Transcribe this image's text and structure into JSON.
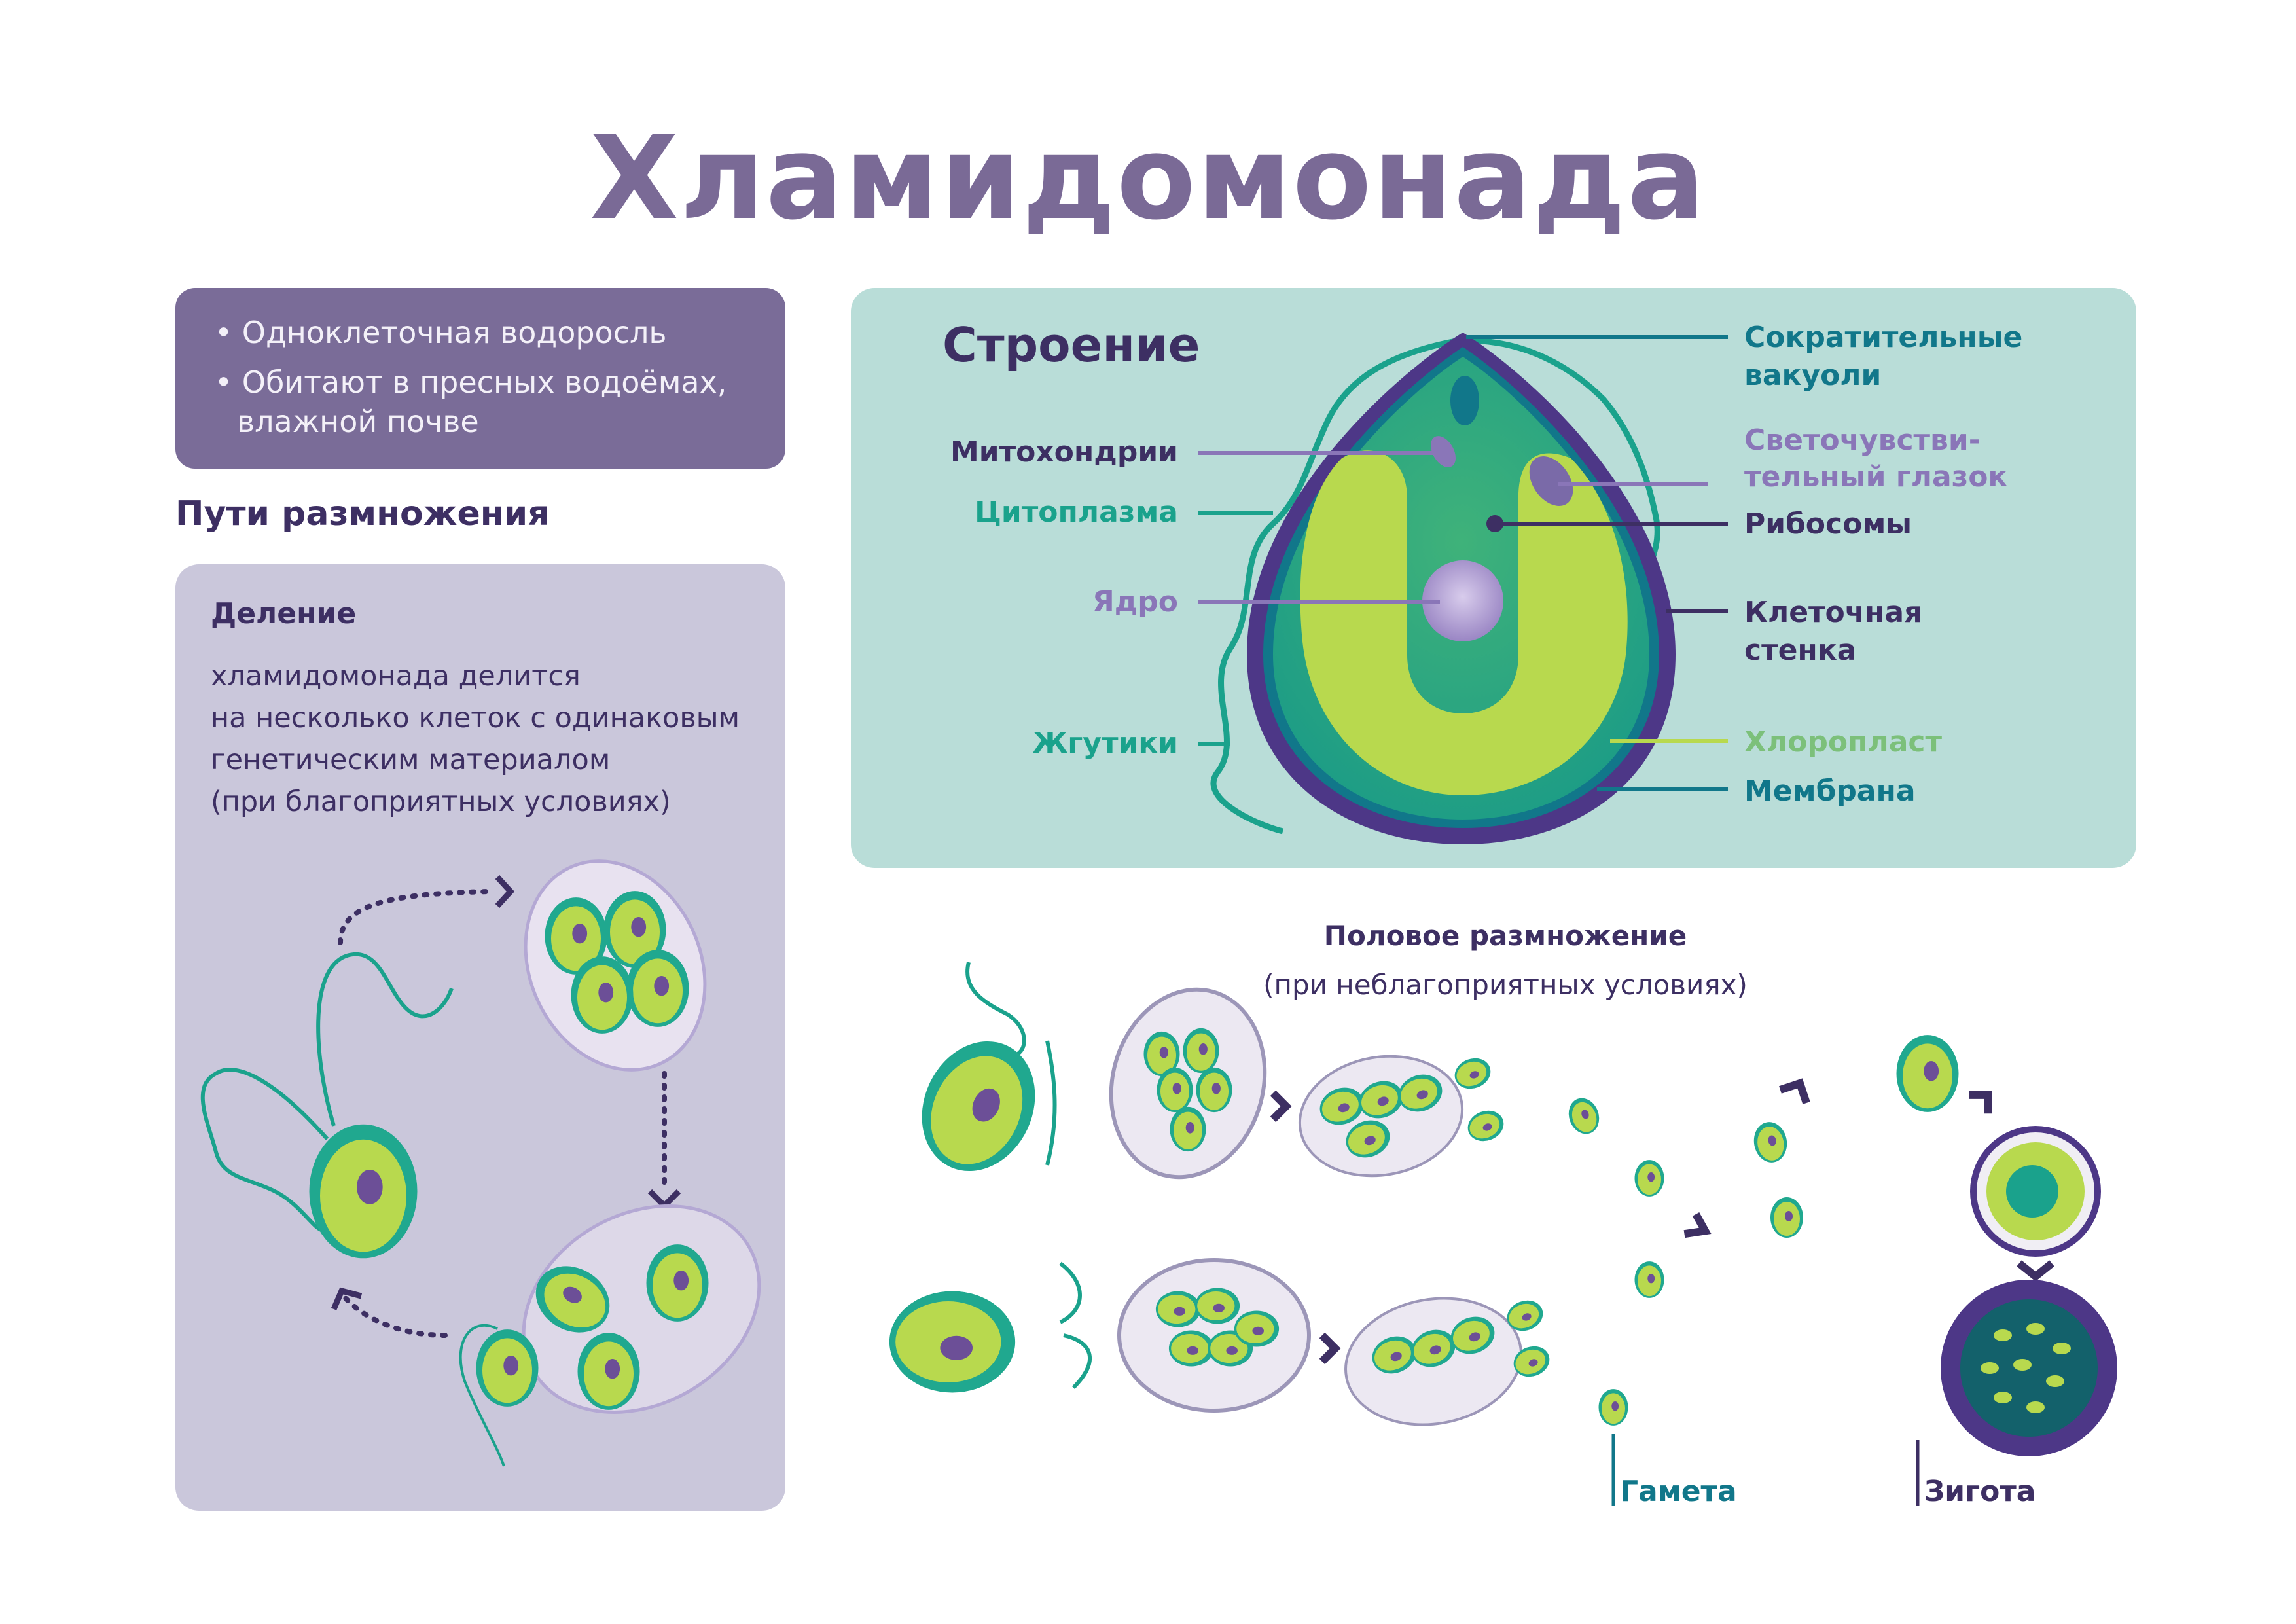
{
  "title": "Хламидомонада",
  "facts": [
    "• Одноклеточная водоросль",
    "• Обитают в пресных водоёмах,",
    "влажной почве"
  ],
  "reproduction": {
    "heading": "Пути размножения",
    "division": {
      "heading": "Деление",
      "lines": [
        "хламидомонада делится",
        "на несколько клеток с одинаковым",
        "генетическим материалом",
        "(при благоприятных условиях)"
      ]
    },
    "sexual": {
      "heading": "Половое размножение",
      "subtitle": "(при неблагоприятных условиях)",
      "gamete": "Гамета",
      "zygote": "Зигота"
    }
  },
  "structure": {
    "heading": "Строение",
    "labels": {
      "mitochondria": "Митохондрии",
      "cytoplasm": "Цитоплазма",
      "nucleus": "Ядро",
      "flagella": "Жгутики",
      "vacuoles_1": "Сократительные",
      "vacuoles_2": "вакуоли",
      "eyespot_1": "Светочувстви-",
      "eyespot_2": "тельный глазок",
      "ribosomes": "Рибосомы",
      "wall_1": "Клеточная",
      "wall_2": "стенка",
      "chloroplast": "Хлоропласт",
      "membrane": "Мембрана"
    }
  },
  "colors": {
    "title": "#7a6a96",
    "dark": "#3d2f63",
    "teal": "#1aa28c",
    "blue_teal": "#11778a",
    "purple_label": "#8a76b8",
    "light_green_label": "#7cc07a",
    "cell_green": "#b8d94e",
    "cell_edge": "#20a88f",
    "cell_wall": "#4d3787"
  }
}
